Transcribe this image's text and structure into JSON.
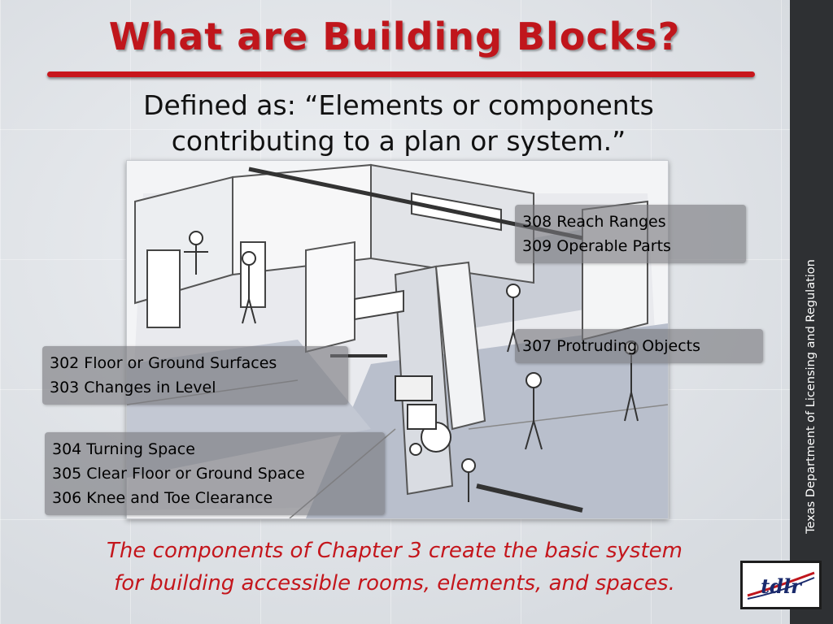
{
  "slide": {
    "title": "What are Building Blocks?",
    "definition_line1": "Defined as: “Elements or components",
    "definition_line2": "contributing to a plan or system.”",
    "footer_line1": "The components of Chapter 3 create the basic system",
    "footer_line2": "for building accessible rooms, elements, and spaces.",
    "side_text": "Texas Department of Licensing and Regulation",
    "logo_text": "tdlr",
    "title_color": "#c0161c",
    "band_color": "#2e3033"
  },
  "callouts": {
    "reach": [
      "308 Reach Ranges",
      "309 Operable Parts"
    ],
    "protruding": [
      "307 Protruding Objects"
    ],
    "floor": [
      "302 Floor or Ground Surfaces",
      "303 Changes in Level"
    ],
    "space": [
      "304 Turning Space",
      "305 Clear Floor or Ground Space",
      "306 Knee and Toe Clearance"
    ]
  }
}
